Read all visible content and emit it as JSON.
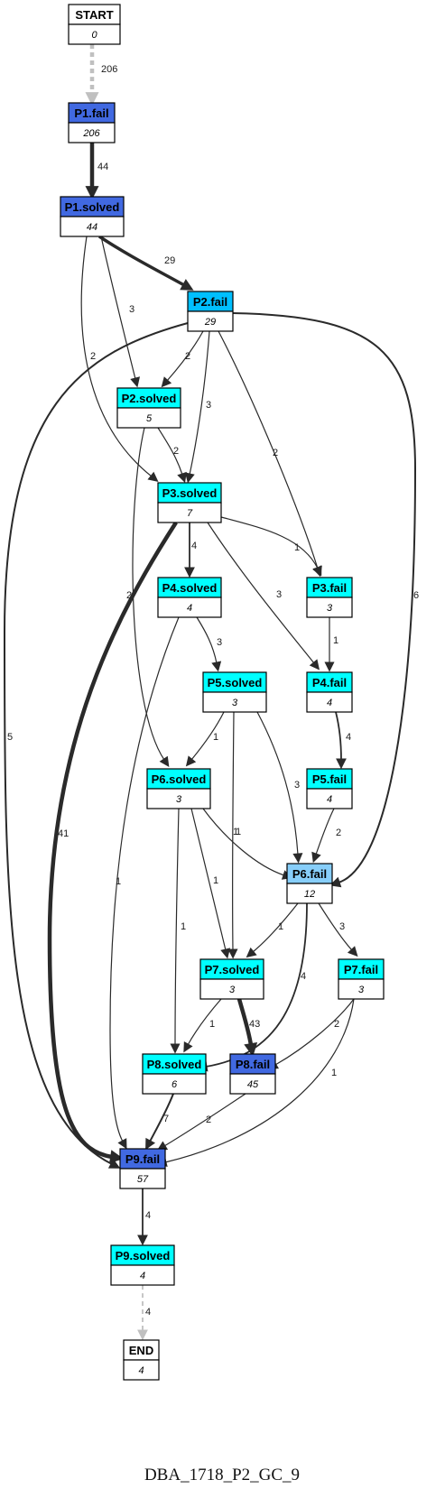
{
  "caption": "DBA_1718_P2_GC_9",
  "colors": {
    "royal": "#4169e1",
    "deepsky": "#00bfff",
    "cyan": "#00ffff",
    "lightsky": "#87cefa",
    "white": "#ffffff",
    "edge": "#2a2a2a",
    "faint": "#c0c0c0"
  },
  "nodes": {
    "start": {
      "title": "START",
      "count": "0",
      "fill": "white"
    },
    "p1fail": {
      "title": "P1.fail",
      "count": "206",
      "fill": "royal"
    },
    "p1solved": {
      "title": "P1.solved",
      "count": "44",
      "fill": "royal"
    },
    "p2fail": {
      "title": "P2.fail",
      "count": "29",
      "fill": "deepsky"
    },
    "p2solved": {
      "title": "P2.solved",
      "count": "5",
      "fill": "cyan"
    },
    "p3solved": {
      "title": "P3.solved",
      "count": "7",
      "fill": "cyan"
    },
    "p3fail": {
      "title": "P3.fail",
      "count": "3",
      "fill": "cyan"
    },
    "p4solved": {
      "title": "P4.solved",
      "count": "4",
      "fill": "cyan"
    },
    "p4fail": {
      "title": "P4.fail",
      "count": "4",
      "fill": "cyan"
    },
    "p5solved": {
      "title": "P5.solved",
      "count": "3",
      "fill": "cyan"
    },
    "p5fail": {
      "title": "P5.fail",
      "count": "4",
      "fill": "cyan"
    },
    "p6solved": {
      "title": "P6.solved",
      "count": "3",
      "fill": "cyan"
    },
    "p6fail": {
      "title": "P6.fail",
      "count": "12",
      "fill": "lightsky"
    },
    "p7solved": {
      "title": "P7.solved",
      "count": "3",
      "fill": "cyan"
    },
    "p7fail": {
      "title": "P7.fail",
      "count": "3",
      "fill": "cyan"
    },
    "p8solved": {
      "title": "P8.solved",
      "count": "6",
      "fill": "cyan"
    },
    "p8fail": {
      "title": "P8.fail",
      "count": "45",
      "fill": "royal"
    },
    "p9fail": {
      "title": "P9.fail",
      "count": "57",
      "fill": "royal"
    },
    "p9solved": {
      "title": "P9.solved",
      "count": "4",
      "fill": "cyan"
    },
    "end": {
      "title": "END",
      "count": "4",
      "fill": "white"
    }
  },
  "edges": [
    {
      "from": "start",
      "to": "p1fail",
      "label": "206",
      "faint": true
    },
    {
      "from": "p1fail",
      "to": "p1solved",
      "label": "44"
    },
    {
      "from": "p1solved",
      "to": "p2fail",
      "label": "29"
    },
    {
      "from": "p1solved",
      "to": "p2solved",
      "label": "3"
    },
    {
      "from": "p1solved",
      "to": "p3solved",
      "label": "2"
    },
    {
      "from": "p2fail",
      "to": "p2solved",
      "label": "2"
    },
    {
      "from": "p2fail",
      "to": "p3solved",
      "label": "3"
    },
    {
      "from": "p2fail",
      "to": "p3fail",
      "label": "2"
    },
    {
      "from": "p2fail",
      "to": "p6fail",
      "label": "6"
    },
    {
      "from": "p2fail",
      "to": "p9fail",
      "label": "5"
    },
    {
      "from": "p2solved",
      "to": "p3solved",
      "label": "2"
    },
    {
      "from": "p2solved",
      "to": "p6solved",
      "label": "2"
    },
    {
      "from": "p3solved",
      "to": "p4solved",
      "label": "4"
    },
    {
      "from": "p3solved",
      "to": "p3fail",
      "label": "1"
    },
    {
      "from": "p3solved",
      "to": "p4fail",
      "label": "3"
    },
    {
      "from": "p3solved",
      "to": "p9fail",
      "label": "41"
    },
    {
      "from": "p3fail",
      "to": "p4fail",
      "label": "1"
    },
    {
      "from": "p4solved",
      "to": "p5solved",
      "label": "3"
    },
    {
      "from": "p4solved",
      "to": "p9fail",
      "label": "1"
    },
    {
      "from": "p4fail",
      "to": "p5fail",
      "label": "4"
    },
    {
      "from": "p5solved",
      "to": "p6solved",
      "label": "1"
    },
    {
      "from": "p5solved",
      "to": "p7solved",
      "label": "1"
    },
    {
      "from": "p5solved",
      "to": "p6fail",
      "label": "3"
    },
    {
      "from": "p5fail",
      "to": "p6fail",
      "label": "2"
    },
    {
      "from": "p6solved",
      "to": "p6fail",
      "label": "1"
    },
    {
      "from": "p6solved",
      "to": "p7solved",
      "label": "1"
    },
    {
      "from": "p6solved",
      "to": "p8solved",
      "label": "1"
    },
    {
      "from": "p6fail",
      "to": "p7solved",
      "label": "1"
    },
    {
      "from": "p6fail",
      "to": "p7fail",
      "label": "3"
    },
    {
      "from": "p6fail",
      "to": "p8solved",
      "label": "4"
    },
    {
      "from": "p7solved",
      "to": "p8solved",
      "label": "1"
    },
    {
      "from": "p7solved",
      "to": "p8fail",
      "label": "43"
    },
    {
      "from": "p7fail",
      "to": "p8fail",
      "label": "2"
    },
    {
      "from": "p7fail",
      "to": "p9fail",
      "label": "1"
    },
    {
      "from": "p8solved",
      "to": "p9fail",
      "label": "7"
    },
    {
      "from": "p8fail",
      "to": "p9fail",
      "label": "2"
    },
    {
      "from": "p9fail",
      "to": "p9solved",
      "label": "4"
    },
    {
      "from": "p9solved",
      "to": "end",
      "label": "4",
      "faint": true
    }
  ]
}
